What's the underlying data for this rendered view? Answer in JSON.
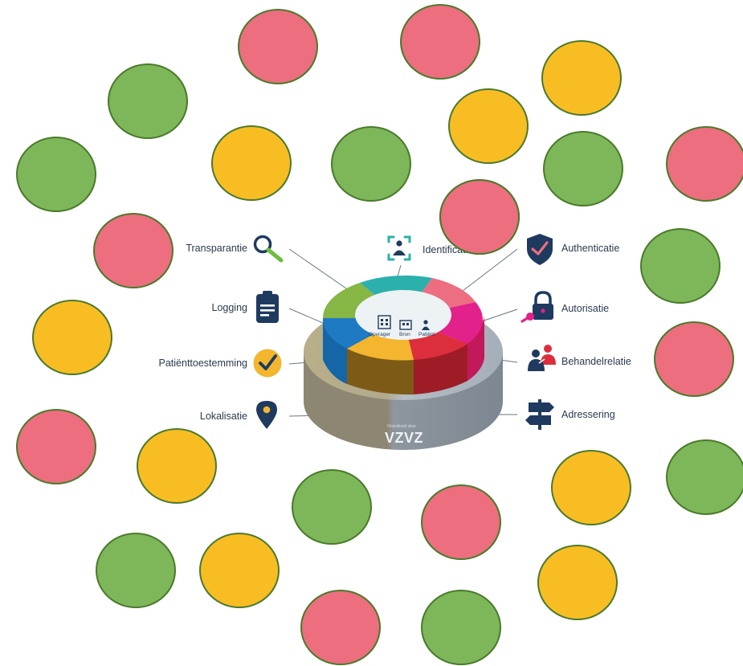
{
  "features": {
    "transparantie": "Transparantie",
    "logging": "Logging",
    "patienttoestemming": "Patiënttoestemming",
    "lokalisatie": "Lokalisatie",
    "identificatie": "Identificatie",
    "authenticatie": "Authenticatie",
    "autorisatie": "Autorisatie",
    "behandelrelatie": "Behandelrelatie",
    "adressering": "Adressering"
  },
  "center": {
    "opvrager": "Opvrager",
    "bron": "Bron",
    "patient": "Patiënt"
  },
  "brand": {
    "tagline": "Ontwikkeld door",
    "name": "VZVZ"
  },
  "colors": {
    "green": "#7db75a",
    "red": "#ec6e7f",
    "yellow": "#f9bd24",
    "circle_border": "#4a7a2a",
    "navy": "#1e3a5f"
  }
}
